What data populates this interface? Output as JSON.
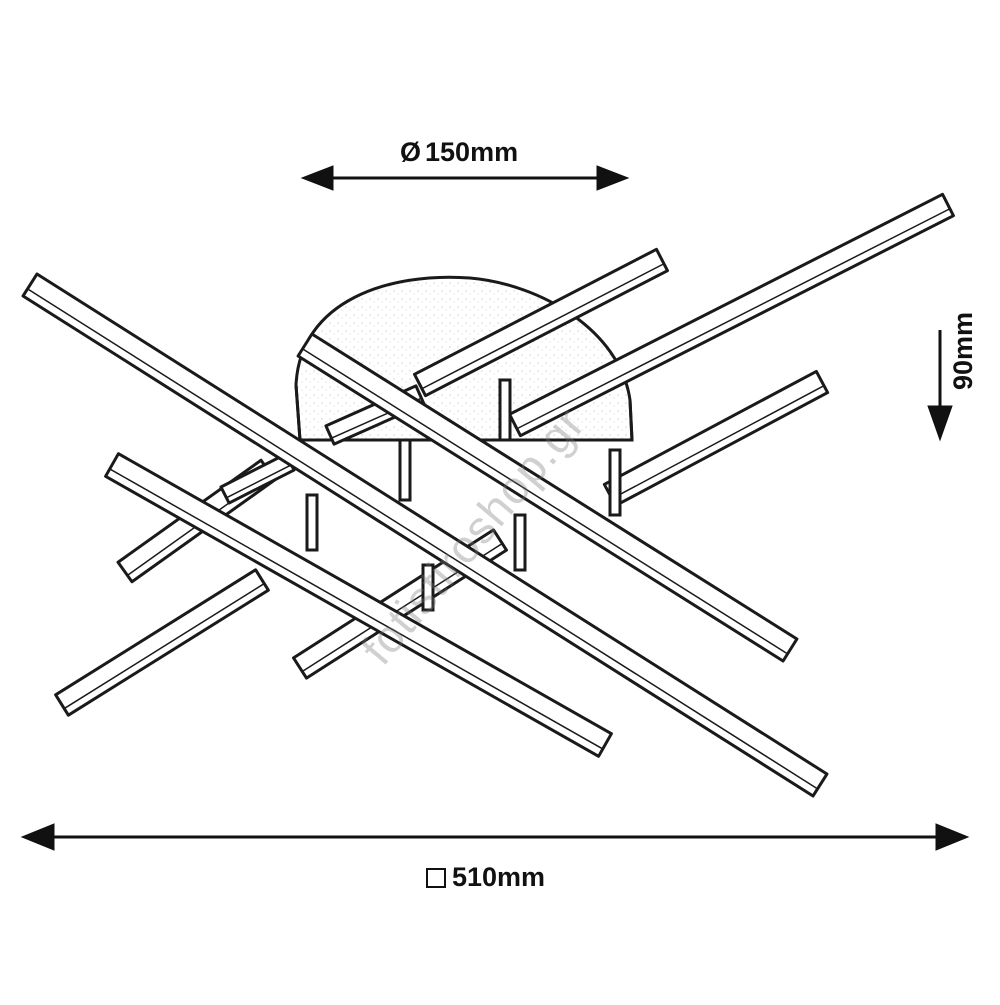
{
  "dimensions": {
    "diameter": {
      "symbol": "Ø",
      "value": "150mm"
    },
    "width": {
      "symbol": "□",
      "value": "510mm"
    },
    "height": {
      "value": "90mm"
    }
  },
  "watermark": "fotistiroshop.gr",
  "colors": {
    "line": "#1a1a1a",
    "fill": "#ffffff",
    "dome_shade": "#e8e8e8"
  }
}
